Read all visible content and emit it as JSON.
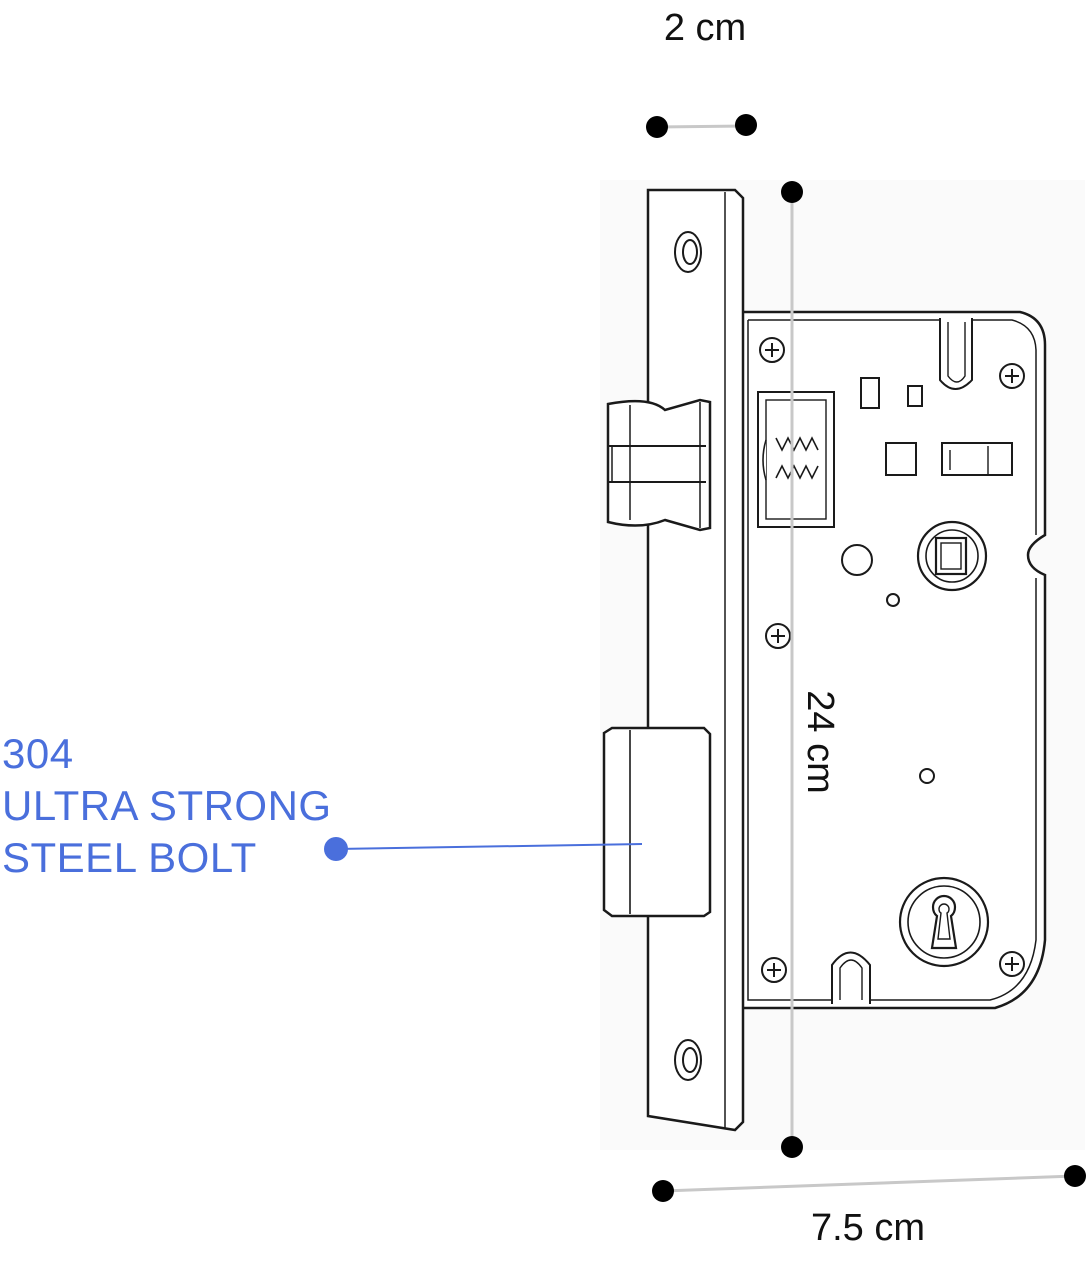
{
  "dimensions": {
    "width_label": "2 cm",
    "height_label": "24 cm",
    "depth_label": "7.5 cm"
  },
  "callout": {
    "line1": "304",
    "line2": "ULTRA STRONG",
    "line3": "STEEL BOLT"
  },
  "colors": {
    "accent": "#4a6fdc",
    "dimension_line": "#c8c8c8",
    "outline": "#1a1a1a"
  }
}
